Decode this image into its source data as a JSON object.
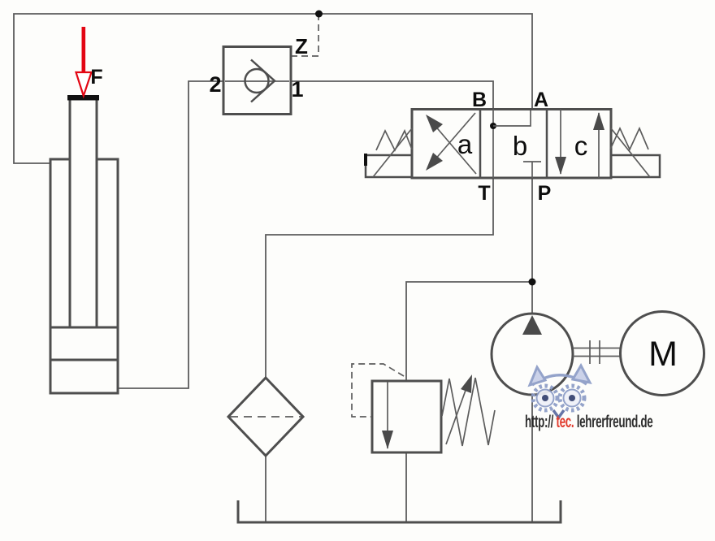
{
  "meta": {
    "description": "Hydraulic circuit schematic: plunger cylinder under load F, pilot-operated check valve, 4/3-way directional control valve, pressure relief valve, filter, pump and electric motor with tank"
  },
  "labels": {
    "force": "F",
    "check_valve_port_left": "2",
    "check_valve_port_right": "1",
    "pilot_port": "Z",
    "port_b": "B",
    "port_a": "A",
    "port_t": "T",
    "port_p": "P",
    "position_a": "a",
    "position_b": "b",
    "position_c": "c",
    "motor": "M"
  },
  "watermark": {
    "prefix": "http://",
    "highlight": "tec.",
    "suffix": "lehrerfreund.de"
  },
  "colors": {
    "line": "#5c5c5c",
    "component": "#4e4e4e",
    "label": "#0d0d0d",
    "accent_red": "#e30613",
    "watermark_red": "#df2b1c",
    "watermark_blue": "#8c9cc6"
  }
}
